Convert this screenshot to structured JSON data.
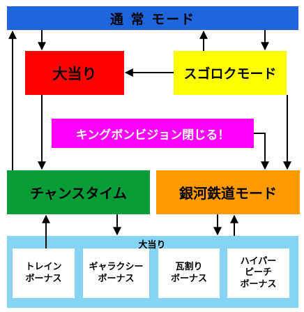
{
  "nodes": {
    "normal_mode": "通 常 モード",
    "jackpot": "大当り",
    "sugoroku_mode": "スゴロクモード",
    "king_bonbidgeon": "キングボンビジョン閉じる！",
    "chance_time": "チャンスタイム",
    "galaxy_railway_mode": "銀河鉄道モード"
  },
  "bonus_group": {
    "title": "大当り",
    "items": [
      {
        "label": "トレイン\nボーナス"
      },
      {
        "label": "ギャラクシー\nボーナス"
      },
      {
        "label": "瓦割り\nボーナス"
      },
      {
        "label": "ハイパー\nピーチ\nボーナス"
      }
    ]
  },
  "colors": {
    "normal_mode": "#1f66dc",
    "jackpot": "#ff0000",
    "sugoroku_mode": "#ffff00",
    "king_bonbidgeon": "#ff00ff",
    "chance_time": "#079c38",
    "galaxy_railway_mode": "#ff9a00",
    "bonus_panel": "#86d4f4"
  }
}
